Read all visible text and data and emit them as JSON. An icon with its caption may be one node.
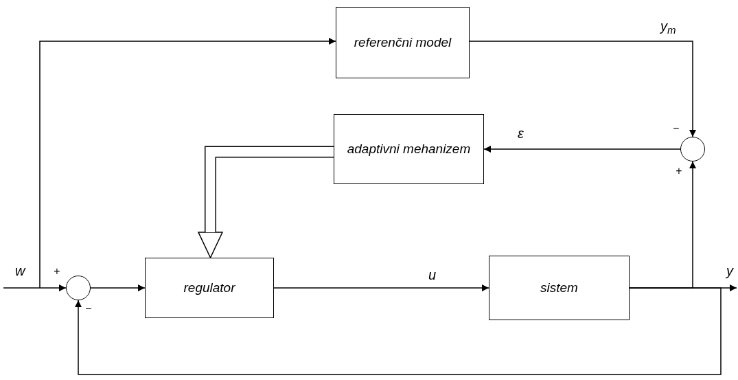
{
  "diagram": {
    "nodes": [
      {
        "text": [
          "referenčni model"
        ]
      },
      {
        "text": [
          "adaptivni mehanizem"
        ]
      },
      {
        "text": [],
        "shape": "circle"
      },
      {
        "text": [],
        "shape": "circle"
      },
      {
        "text": [
          "regulator"
        ]
      },
      {
        "text": [
          "sistem"
        ]
      }
    ],
    "edges": [
      {
        "from": null,
        "to": 3,
        "arrow": "to",
        "label": "w"
      },
      {
        "from": null,
        "to": 0,
        "arrow": "to"
      },
      {
        "from": 3,
        "to": 4,
        "arrow": "to"
      },
      {
        "from": 4,
        "to": 5,
        "arrow": "to",
        "label": "u"
      },
      {
        "from": 5,
        "to": null,
        "arrow": "to",
        "label": "y"
      },
      {
        "from": 5,
        "to": 2,
        "arrow": "to"
      },
      {
        "from": 5,
        "to": 3,
        "arrow": "to"
      },
      {
        "from": 0,
        "to": 2,
        "arrow": "to",
        "label": "y$_{m}$"
      },
      {
        "from": 2,
        "to": 1,
        "arrow": "to",
        "label": "ε"
      },
      {
        "from": 1,
        "to": 4,
        "arrow": "to",
        "style": "thick"
      }
    ],
    "labels": [
      "−",
      "+",
      "+",
      "−"
    ]
  }
}
